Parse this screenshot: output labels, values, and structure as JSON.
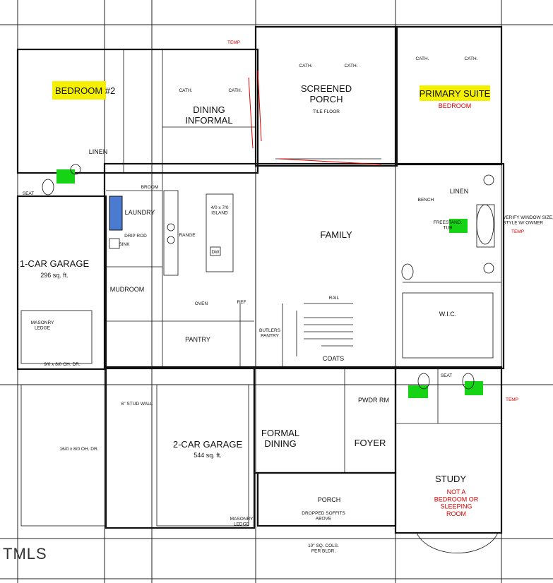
{
  "rooms": {
    "bedroom2": "BEDROOM #2",
    "dining_informal": "DINING\nINFORMAL",
    "screened_porch": "SCREENED\nPORCH",
    "primary_suite": "PRIMARY SUITE",
    "primary_bedroom": "BEDROOM",
    "family": "FAMILY",
    "garage1": "1-CAR GARAGE",
    "garage1_area": "296 sq. ft.",
    "garage2": "2-CAR GARAGE",
    "garage2_area": "544 sq. ft.",
    "laundry": "LAUNDRY",
    "mudroom": "MUDROOM",
    "pantry": "PANTRY",
    "butlers_pantry": "BUTLERS\nPANTRY",
    "coats": "COATS",
    "pwdr_rm": "PWDR RM",
    "formal_dining": "FORMAL\nDINING",
    "foyer": "FOYER",
    "porch": "PORCH",
    "study": "STUDY",
    "study_note": "NOT A\nBEDROOM OR\nSLEEPING\nROOM",
    "linen_left": "LINEN",
    "linen_right": "LINEN",
    "broom": "BROOM",
    "wic": "W.I.C."
  },
  "notes": {
    "cath": "CATH.",
    "tile_floor": "TILE FLOOR",
    "island": "4/0 x 7/0\nISLAND",
    "range": "RANGE",
    "dw": "DW",
    "sink": "SINK",
    "drip_rod": "DRIP ROD",
    "bench": "BENCH",
    "oven": "OVEN",
    "ref": "REF",
    "rail": "RAIL",
    "masonry_ledge": "MASONRY\nLEDGE",
    "oh_dr_1car": "9/0 x 8/0 OH. DR.",
    "oh_dr_2car": "16/0 x 8/0 OH. DR.",
    "stud_wall": "6\" STUD WALL",
    "dropped_soffits": "DROPPED SOFFITS\nABOVE",
    "cols": "10\" SQ. COLS.\nPER BLDR.",
    "temp": "TEMP",
    "freestanding_tub": "FREESTAND.\nTUB",
    "seat": "SEAT",
    "verify_window": "VERIFY WINDOW SIZE,\nSTYLE W/ OWNER"
  },
  "watermark": "TMLS",
  "colors": {
    "highlight": "#f4f000",
    "annotation_red": "#e00000",
    "marker_green": "#16d316"
  }
}
